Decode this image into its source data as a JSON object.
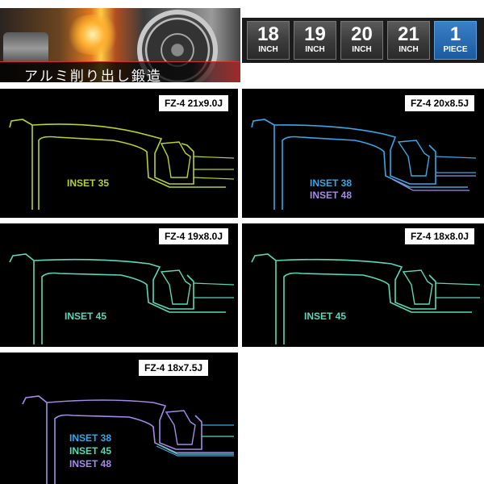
{
  "banner": {
    "caption": "アルミ削り出し鍛造"
  },
  "sizes": [
    {
      "num": "18",
      "unit": "INCH"
    },
    {
      "num": "19",
      "unit": "INCH"
    },
    {
      "num": "20",
      "unit": "INCH"
    },
    {
      "num": "21",
      "unit": "INCH"
    },
    {
      "num": "1",
      "unit": "PIECE"
    }
  ],
  "panels": [
    {
      "label": "FZ-4 21x9.0J",
      "insets": [
        {
          "text": "INSET 35",
          "color": "#b5d334"
        }
      ]
    },
    {
      "label": "FZ-4 20x8.5J",
      "insets": [
        {
          "text": "INSET 38",
          "color": "#3aa8e6"
        },
        {
          "text": "INSET 48",
          "color": "#a48ce8"
        }
      ]
    },
    {
      "label": "FZ-4 19x8.0J",
      "insets": [
        {
          "text": "INSET 45",
          "color": "#5ed7b6"
        }
      ]
    },
    {
      "label": "FZ-4 18x8.0J",
      "insets": [
        {
          "text": "INSET 45",
          "color": "#5ed7b6"
        }
      ]
    },
    {
      "label": "FZ-4 18x7.5J",
      "insets": [
        {
          "text": "INSET 38",
          "color": "#3aa8e6"
        },
        {
          "text": "INSET 45",
          "color": "#5ed7b6"
        },
        {
          "text": "INSET 48",
          "color": "#a48ce8"
        }
      ]
    }
  ]
}
